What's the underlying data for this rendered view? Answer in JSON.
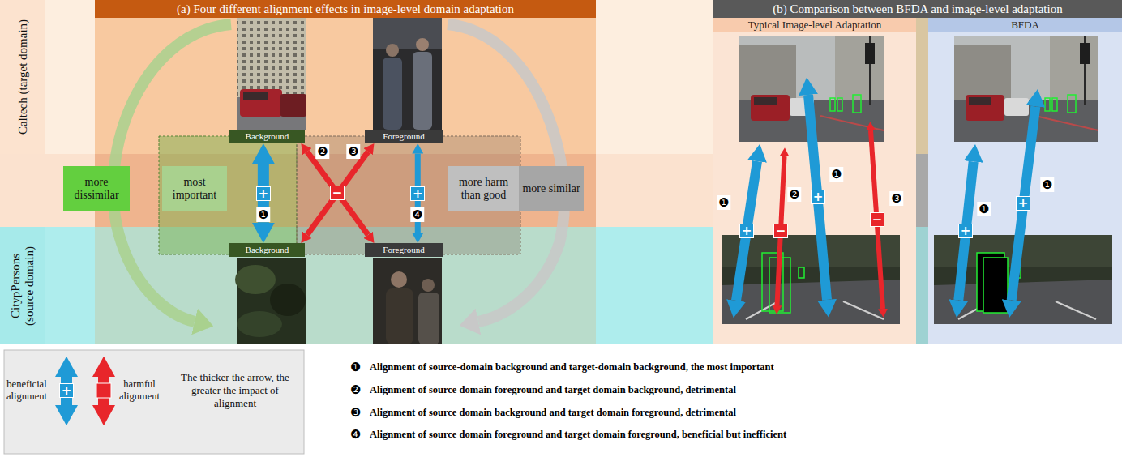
{
  "diagram": {
    "nodes": [
      {
        "text": [
          "(a) Four different alignment effects in image-level domain adaptation"
        ]
      },
      {
        "text": [
          "Caltech (target domain)"
        ]
      },
      {
        "text": [
          "Background"
        ],
        "in": 0
      },
      {
        "text": [
          "Foreground"
        ],
        "in": 0
      },
      {
        "text": [
          "more dissimilar"
        ]
      },
      {
        "text": [
          "most important"
        ],
        "in": 0
      },
      {
        "text": [
          "more harm than good"
        ],
        "in": 0
      },
      {
        "text": [
          "more similar"
        ],
        "in": 0
      },
      {
        "text": [
          "Background"
        ],
        "in": 0
      },
      {
        "text": [
          "Foreground"
        ],
        "in": 0
      },
      {
        "text": [
          "CitypPersons (source domain)"
        ]
      },
      {
        "text": [
          "(b) Comparison between BFDA and image-level adaptation"
        ]
      },
      {
        "text": [
          "Typical Image-level Adaptation"
        ],
        "in": 11
      },
      {
        "text": [
          "BFDA"
        ],
        "in": 11
      }
    ],
    "edges": [
      {
        "from": 2,
        "to": 8,
        "arrow": "both",
        "label": "+"
      },
      {
        "from": 9,
        "to": 2,
        "arrow": "both"
      },
      {
        "from": 8,
        "to": 3,
        "arrow": "both"
      },
      {
        "from": 3,
        "to": 9,
        "arrow": "both",
        "label": "+"
      }
    ],
    "labels": [
      "❶",
      "❷",
      "❸",
      "−",
      "❹",
      "+",
      "❶",
      "−",
      "❷",
      "+",
      "❶",
      "−",
      "❸",
      "+",
      "❶",
      "+",
      "❶",
      "+",
      "The thicker the arrow, the greater the impact of alignment",
      "❶",
      "Alignment of source-domain background and target-domain background, the most important",
      "❷",
      "Alignment of source domain foreground and target domain background, detrimental",
      "❸",
      "Alignment of source domain background and target domain foreground, detrimental",
      "❹",
      "Alignment of source domain foreground and target domain foreground, beneficial but inefficient"
    ],
    "legend": [
      {
        "text": "beneficial alignment"
      },
      {
        "text": "harmful alignment"
      }
    ]
  }
}
